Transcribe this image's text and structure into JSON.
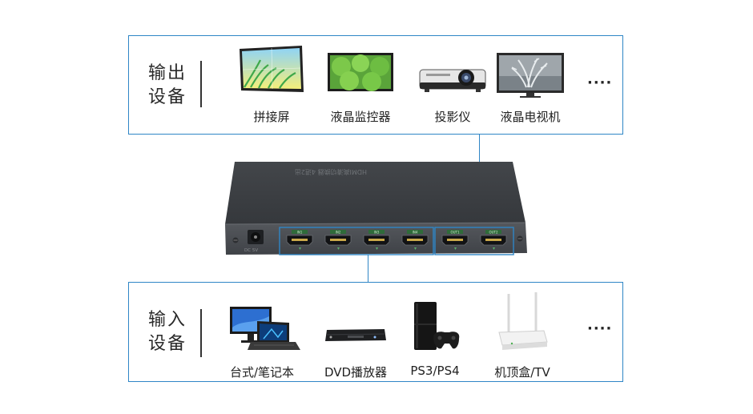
{
  "output_panel": {
    "title": "输出\n设备",
    "devices": [
      {
        "label": "拼接屏",
        "icon": "splicing-screen-icon"
      },
      {
        "label": "液晶监控器",
        "icon": "lcd-monitor-icon"
      },
      {
        "label": "投影仪",
        "icon": "projector-icon"
      },
      {
        "label": "液晶电视机",
        "icon": "lcd-tv-icon"
      }
    ],
    "more": "····"
  },
  "input_panel": {
    "title": "输入\n设备",
    "devices": [
      {
        "label": "台式/笔记本",
        "icon": "desktop-laptop-icon"
      },
      {
        "label": "DVD播放器",
        "icon": "dvd-player-icon"
      },
      {
        "label": "PS3/PS4",
        "icon": "game-console-icon"
      },
      {
        "label": "机顶盒/TV",
        "icon": "set-top-box-icon"
      }
    ],
    "more": "····"
  },
  "switcher": {
    "top_label": "HDMI高清切换器  4进2出",
    "power_label": "DC 5V",
    "input_ports": [
      "IN1",
      "IN2",
      "IN3",
      "IN4"
    ],
    "output_ports": [
      "OUT1",
      "OUT2"
    ]
  },
  "colors": {
    "accent": "#2f86c6",
    "device_body": "#4a4d52",
    "device_top": "#3b3e42",
    "port_highlight": "#2f86c6"
  }
}
